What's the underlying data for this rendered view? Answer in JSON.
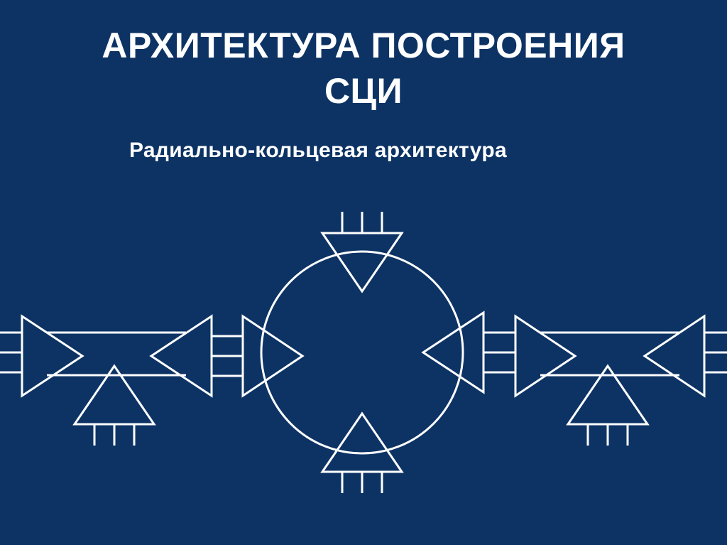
{
  "slide": {
    "title_line1": "АРХИТЕКТУРА ПОСТРОЕНИЯ",
    "title_line2": "СЦИ",
    "subtitle": "Радиально-кольцевая архитектура"
  },
  "colors": {
    "background": "#0d3364",
    "foreground": "#ffffff"
  }
}
